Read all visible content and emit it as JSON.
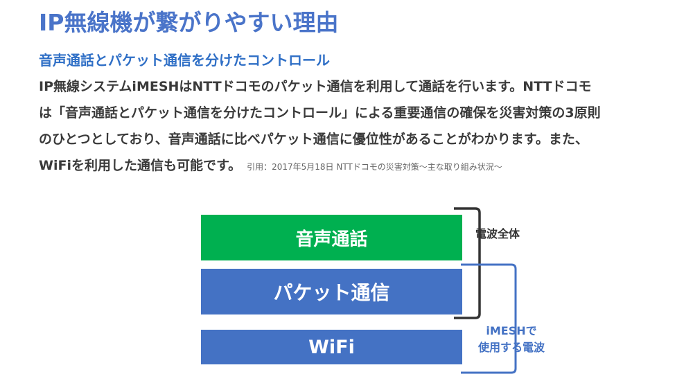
{
  "heading": {
    "title": "IP無線機が繋がりやすい理由",
    "subtitle": "音声通話とパケット通信を分けたコントロール"
  },
  "body": {
    "lines": [
      "IP無線システムiMESHはNTTドコモのパケット通信を利用して通話を行います。NTTドコモ",
      "は「音声通話とパケット通信を分けたコントロール」による重要通信の確保を災害対策の3原則",
      "のひとつとしており、音声通話に比べパケット通信に優位性があることがわかります。また、",
      "WiFiを利用した通信も可能です。"
    ],
    "citation": "引用：2017年5月18日 NTTドコモの災害対策～主な取り組み状況～"
  },
  "diagram": {
    "bands": {
      "voice": "音声通話",
      "packet": "パケット通信",
      "wifi": "WiFi"
    },
    "labels": {
      "all_radio": "電波全体",
      "imesh_line1": "iMESHで",
      "imesh_line2": "使用する電波"
    },
    "colors": {
      "voice": "#00b050",
      "packet": "#4472c4",
      "wifi": "#4472c4",
      "bracket_all": "#333333",
      "bracket_imesh": "#4472c4"
    }
  }
}
